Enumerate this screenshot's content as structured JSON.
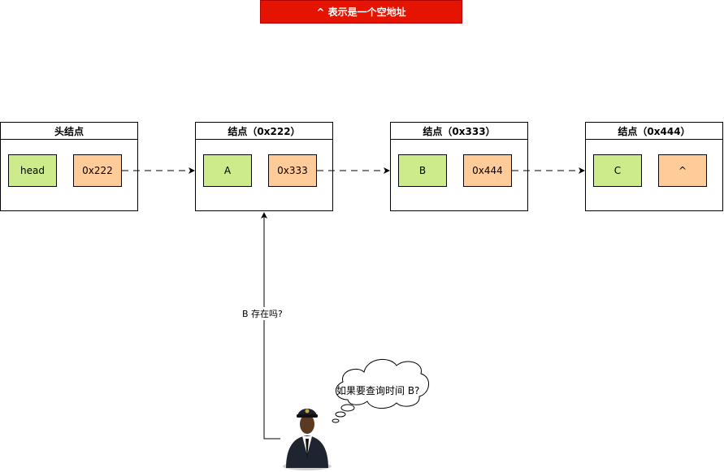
{
  "legend": {
    "text": "^ 表示是一个空地址",
    "color": "#e51400"
  },
  "nodes": [
    {
      "title": "头结点",
      "data": "head",
      "next": "0x222"
    },
    {
      "title": "结点（0x222）",
      "data": "A",
      "next": "0x333"
    },
    {
      "title": "结点（0x333）",
      "data": "B",
      "next": "0x444"
    },
    {
      "title": "结点（0x444）",
      "data": "C",
      "next": "^"
    }
  ],
  "colors": {
    "data_cell": "#cdeb8b",
    "pointer_cell": "#ffcc99"
  },
  "query": {
    "edge_label": "B 存在吗?",
    "thought": "如果要查询时间 B?"
  },
  "person_icon": "pilot-person-icon"
}
